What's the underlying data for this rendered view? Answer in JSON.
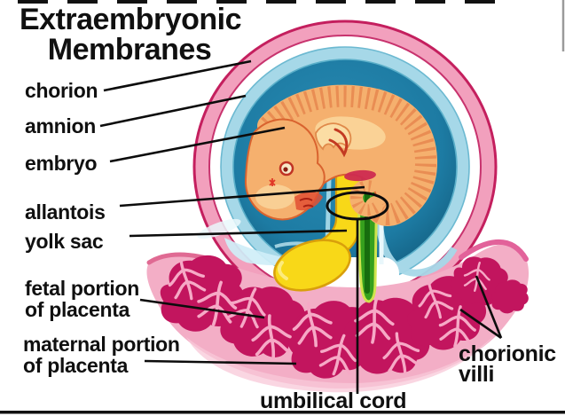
{
  "title": {
    "line1": "Extraembryonic",
    "line2": "Membranes"
  },
  "labels": {
    "chorion": "chorion",
    "amnion": "amnion",
    "embryo": "embryo",
    "allantois": "allantois",
    "yolk_sac": "yolk sac",
    "fetal_portion": {
      "line1": "fetal portion",
      "line2": "of placenta"
    },
    "maternal_portion": {
      "line1": "maternal portion",
      "line2": "of placenta"
    },
    "umbilical_cord": "umbilical cord",
    "chorionic_villi": {
      "line1": "chorionic",
      "line2": "villi"
    }
  },
  "colors": {
    "background": "#ffffff",
    "text": "#101010",
    "line_black": "#0c0c0c",
    "chorion_pink": "#f2a0bd",
    "chorion_edge": "#c41f5e",
    "gap_white": "#ffffff",
    "amnion_blue": "#a6d8e8",
    "amnion_edge": "#6cb9d1",
    "cavity_blue": "#1d7ba3",
    "cavity_deep": "#135e7f",
    "cavity_highlight": "#cfeef7",
    "embryo_tan": "#f5b06e",
    "embryo_light": "#fbdda4",
    "embryo_outline": "#d9632f",
    "somite_red": "#dd6a38",
    "accent_red": "#e03726",
    "junction_red": "#ce2b50",
    "yolk_yellow": "#f8d818",
    "yolk_outline": "#d99f0b",
    "yolk_gloss": "#fceb7d",
    "allantois_green": "#36a01d",
    "allantois_dark": "#176d0e",
    "allantois_light": "#cfe44d",
    "placenta_pink": "#f3aec6",
    "placenta_light": "#f8c8d8",
    "placenta_rose": "#e2629a",
    "villi_magenta": "#c2155e",
    "villi_branch": "#f6a9c6"
  }
}
